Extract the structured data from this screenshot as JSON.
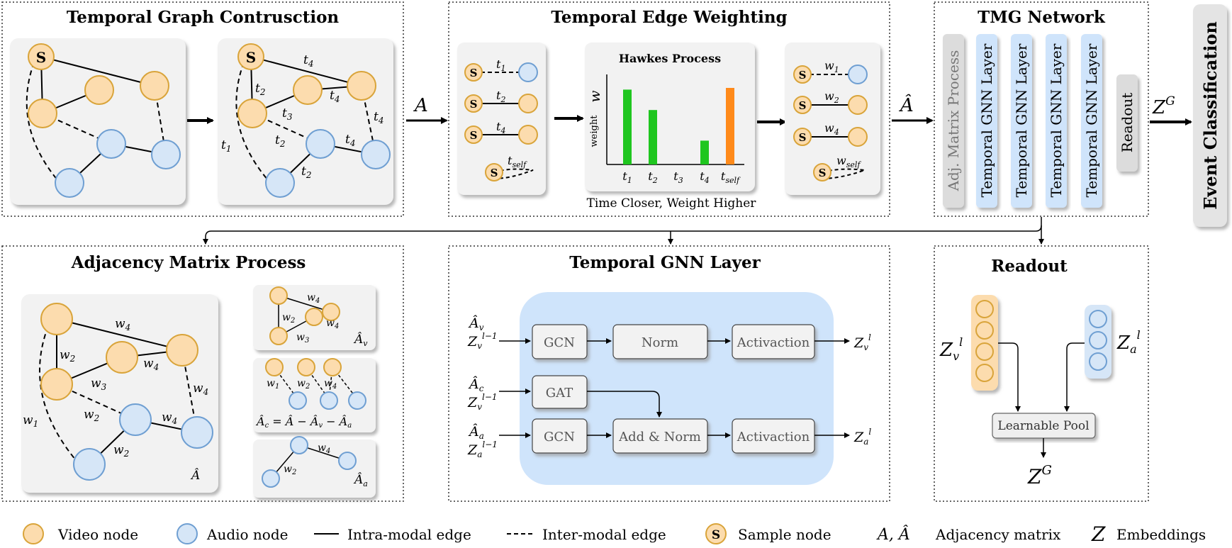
{
  "panels": {
    "tgc_title": "Temporal Graph Contrusction",
    "tew_title": "Temporal Edge Weighting",
    "tmg_title": "TMG Network",
    "event_title": "Event Classification",
    "amp_title": "Adjacency Matrix Process",
    "tgl_title": "Temporal GNN Layer",
    "readout_title": "Readout"
  },
  "hawkes": {
    "title": "Hawkes Process",
    "ylabel_main": "w",
    "ylabel_sub": "weight",
    "caption": "Time Closer, Weight Higher",
    "bar_labels": [
      "t₁",
      "t₂",
      "t₃",
      "t₄",
      "t_self"
    ],
    "bar_values": [
      0.88,
      0.64,
      0,
      0.28,
      0.9
    ]
  },
  "tmg": {
    "adj": "Adj. Matrix Process",
    "gnn": "Temporal GNN Layer",
    "readout": "Readout"
  },
  "gnn_layer": {
    "gcn": "GCN",
    "gat": "GAT",
    "norm": "Norm",
    "add_norm": "Add & Norm",
    "activation": "Activaction"
  },
  "readout_block": {
    "pool": "Learnable Pool"
  },
  "legend": {
    "video": "Video node",
    "audio": "Audio node",
    "intra": "Intra-modal edge",
    "inter": "Inter-modal edge",
    "sample": "Sample node",
    "sample_glyph": "S",
    "adj_sym": "A, Â",
    "adj": "Adjacency matrix",
    "z_sym": "Z",
    "emb": "Embeddings"
  },
  "colors": {
    "video": "#fcdcae",
    "video_stroke": "#d9a43a",
    "audio": "#d6e6f7",
    "audio_stroke": "#6f9fd2",
    "green": "#1fc61f",
    "orange": "#ff8a1a",
    "gnn_bg": "#cfe4fb"
  }
}
